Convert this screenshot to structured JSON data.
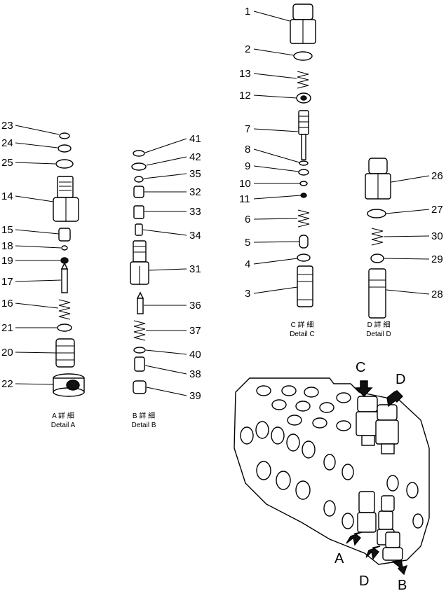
{
  "details": {
    "a": {
      "jp": "A 詳 細",
      "en": "Detail A"
    },
    "b": {
      "jp": "B 詳 細",
      "en": "Detail B"
    },
    "c": {
      "jp": "C 詳 細",
      "en": "Detail C"
    },
    "d": {
      "jp": "D 詳 細",
      "en": "Detail D"
    }
  },
  "callouts": {
    "1": "1",
    "2": "2",
    "3": "3",
    "4": "4",
    "5": "5",
    "6": "6",
    "7": "7",
    "8": "8",
    "9": "9",
    "10": "10",
    "11": "11",
    "12": "12",
    "13": "13",
    "14": "14",
    "15": "15",
    "16": "16",
    "17": "17",
    "18": "18",
    "19": "19",
    "20": "20",
    "21": "21",
    "22": "22",
    "23": "23",
    "24": "24",
    "25": "25",
    "26": "26",
    "27": "27",
    "28": "28",
    "29": "29",
    "30": "30",
    "31": "31",
    "32": "32",
    "33": "33",
    "34": "34",
    "35": "35",
    "36": "36",
    "37": "37",
    "38": "38",
    "39": "39",
    "40": "40",
    "41": "41",
    "42": "42"
  },
  "assembly_arrows": {
    "a": "A",
    "b": "B",
    "c": "C",
    "d1": "D",
    "d2": "D"
  }
}
